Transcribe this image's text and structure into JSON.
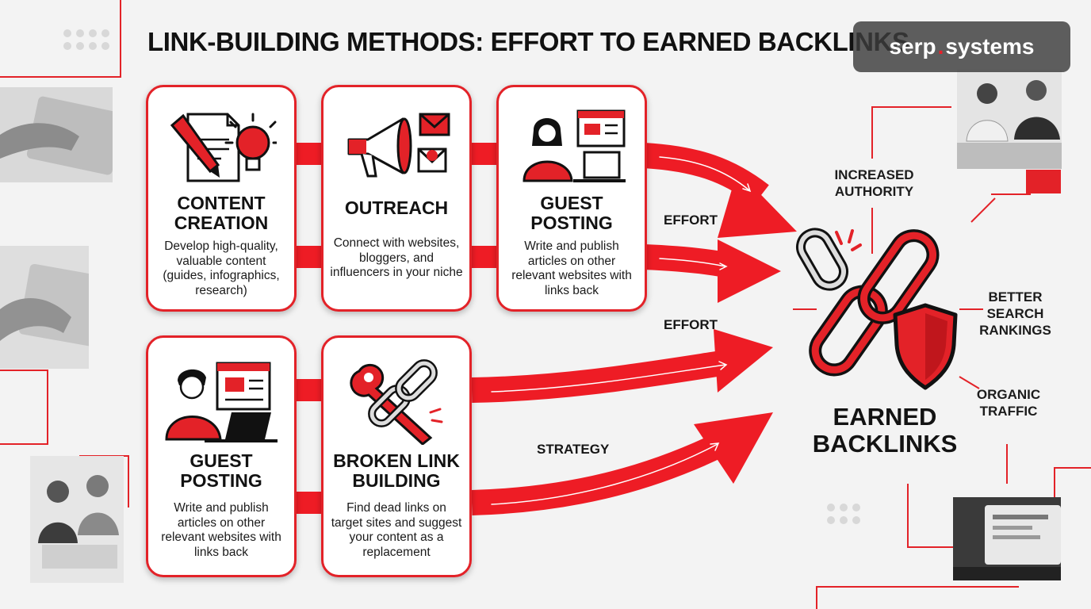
{
  "title": "LINK-BUILDING METHODS: EFFORT TO EARNED BACKLINKS",
  "brand": {
    "left": "serp",
    "dot": ".",
    "right": "systems"
  },
  "cards": [
    {
      "title_line1": "CONTENT",
      "title_line2": "CREATION",
      "desc": "Develop high-quality, valuable content (guides, infographics, research)"
    },
    {
      "title_line1": "OUTREACH",
      "title_line2": "",
      "desc": "Connect with websites, bloggers, and influencers in your niche"
    },
    {
      "title_line1": "GUEST",
      "title_line2": "POSTING",
      "desc": "Write and publish articles on other relevant websites with links back"
    },
    {
      "title_line1": "GUEST",
      "title_line2": "POSTING",
      "desc": "Write and publish articles on other relevant websites with links back"
    },
    {
      "title_line1": "BROKEN LINK",
      "title_line2": "BUILDING",
      "desc": "Find dead links on target sites and suggest your content as a replacement"
    }
  ],
  "flow_labels": {
    "effort_top": "EFFORT",
    "effort_mid": "EFFORT",
    "strategy": "STRATEGY"
  },
  "benefits": {
    "authority": "INCREASED AUTHORITY",
    "rankings": "BETTER SEARCH RANKINGS",
    "traffic": "ORGANIC TRAFFIC"
  },
  "result": "EARNED BACKLINKS",
  "colors": {
    "accent": "#e32228",
    "text": "#121212",
    "background": "#f3f3f3"
  },
  "icons": [
    "pen-icon",
    "document-icon",
    "lightbulb-icon",
    "megaphone-icon",
    "envelope-icon",
    "browser-window-icon",
    "laptop-icon",
    "wrench-icon",
    "chain-link-icon",
    "shield-icon"
  ]
}
